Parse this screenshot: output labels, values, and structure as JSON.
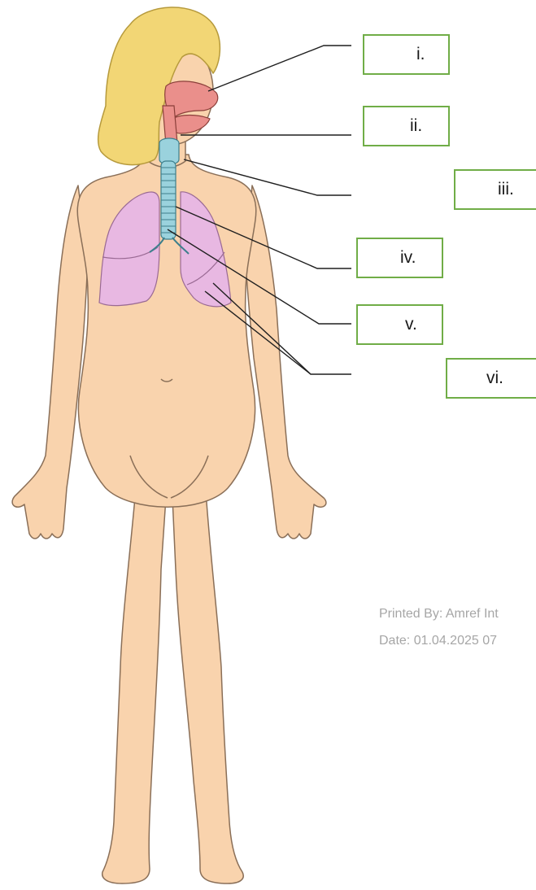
{
  "labels": [
    {
      "id": "i",
      "text": "i."
    },
    {
      "id": "ii",
      "text": "ii."
    },
    {
      "id": "iii",
      "text": "iii."
    },
    {
      "id": "iv",
      "text": "iv."
    },
    {
      "id": "v",
      "text": "v."
    },
    {
      "id": "vi",
      "text": "vi."
    }
  ],
  "footer": {
    "printed_by": "Printed By: Amref Int",
    "date": "Date: 01.04.2025 07"
  },
  "colors": {
    "skin": "#f9d3ad",
    "skin_outline": "#8a6f58",
    "hair": "#f2d675",
    "lungs": "#e8b8e2",
    "airway_mouth": "#ea8f8b",
    "trachea": "#9ad2dd",
    "box_border": "#70ad47",
    "leader_line": "#1f1f1f"
  }
}
